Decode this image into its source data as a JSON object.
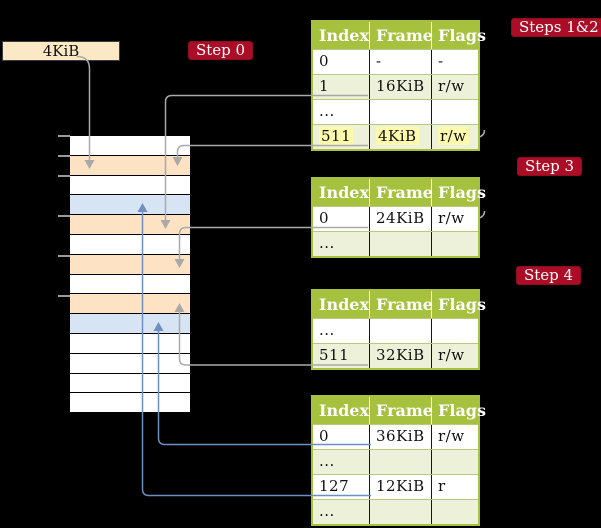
{
  "root_pointer": {
    "label": "4KiB"
  },
  "step_labels": [
    {
      "text": "Step 0"
    },
    {
      "text": "Steps 1&2"
    },
    {
      "text": "Step 3"
    },
    {
      "text": "Step 4"
    }
  ],
  "memory": {
    "frames": [
      "plain",
      "table",
      "plain",
      "data",
      "table",
      "plain",
      "table",
      "plain",
      "table",
      "data",
      "plain",
      "plain",
      "plain",
      "plain"
    ],
    "frame_size_label": "4KiB"
  },
  "tables": [
    {
      "name": "page-table-level-1",
      "columns": [
        "Index",
        "Frame",
        "Flags"
      ],
      "rows": [
        [
          "0",
          "-",
          "-"
        ],
        [
          "1",
          "16KiB",
          "r/w"
        ],
        [
          "...",
          "",
          ""
        ],
        [
          "511",
          "4KiB",
          "r/w"
        ]
      ]
    },
    {
      "name": "page-table-level-2",
      "columns": [
        "Index",
        "Frame",
        "Flags"
      ],
      "rows": [
        [
          "0",
          "24KiB",
          "r/w"
        ],
        [
          "...",
          "",
          ""
        ]
      ]
    },
    {
      "name": "page-table-level-3",
      "columns": [
        "Index",
        "Frame",
        "Flags"
      ],
      "rows": [
        [
          "...",
          "",
          ""
        ],
        [
          "511",
          "32KiB",
          "r/w"
        ]
      ]
    },
    {
      "name": "page-table-level-4",
      "columns": [
        "Index",
        "Frame",
        "Flags"
      ],
      "rows": [
        [
          "0",
          "36KiB",
          "r/w"
        ],
        [
          "...",
          "",
          ""
        ],
        [
          "127",
          "12KiB",
          "r"
        ],
        [
          "...",
          "",
          ""
        ]
      ]
    }
  ],
  "colors": {
    "background": "#000000",
    "table_header_green": "#a6c13d",
    "table_row_green": "#edf1da",
    "highlight_yellow": "#fdfaae",
    "step_label_red": "#ac0d26",
    "frame_pagetable_peach": "#fde3c4",
    "frame_data_blue": "#d7e4f3",
    "root_box_cream": "#fbe9c6",
    "connector_gray": "#a9a9a9",
    "connector_blue": "#6f8fc0"
  }
}
